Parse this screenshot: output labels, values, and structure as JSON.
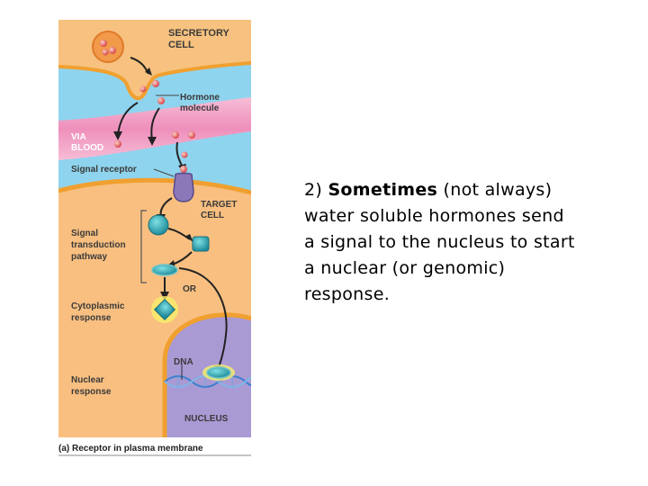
{
  "figure": {
    "labels": {
      "secretory_cell_line1": "SECRETORY",
      "secretory_cell_line2": "CELL",
      "hormone_line1": "Hormone",
      "hormone_line2": "molecule",
      "via_line1": "VIA",
      "via_line2": "BLOOD",
      "signal_receptor": "Signal receptor",
      "target_line1": "TARGET",
      "target_line2": "CELL",
      "signal_line1": "Signal",
      "signal_line2": "transduction",
      "signal_line3": "pathway",
      "or": "OR",
      "cyto_line1": "Cytoplasmic",
      "cyto_line2": "response",
      "dna": "DNA",
      "nuclear_line1": "Nuclear",
      "nuclear_line2": "response",
      "nucleus": "NUCLEUS"
    },
    "caption": "(a) Receptor in plasma membrane",
    "colors": {
      "upper_bg": "#f7c27f",
      "cell_bg": "#f8bf80",
      "fluid": "#8fd4ee",
      "blood": "#f2a2c6",
      "nucleus": "#a99ad4",
      "receptor": "#8a78b8",
      "membrane": "#f0a030"
    }
  },
  "text": {
    "number": "2)",
    "emphasis": "Sometimes",
    "lines": [
      "(not always)",
      "water soluble hormones  send",
      "a signal to the nucleus to start",
      "a nuclear (or genomic)",
      "response."
    ]
  }
}
